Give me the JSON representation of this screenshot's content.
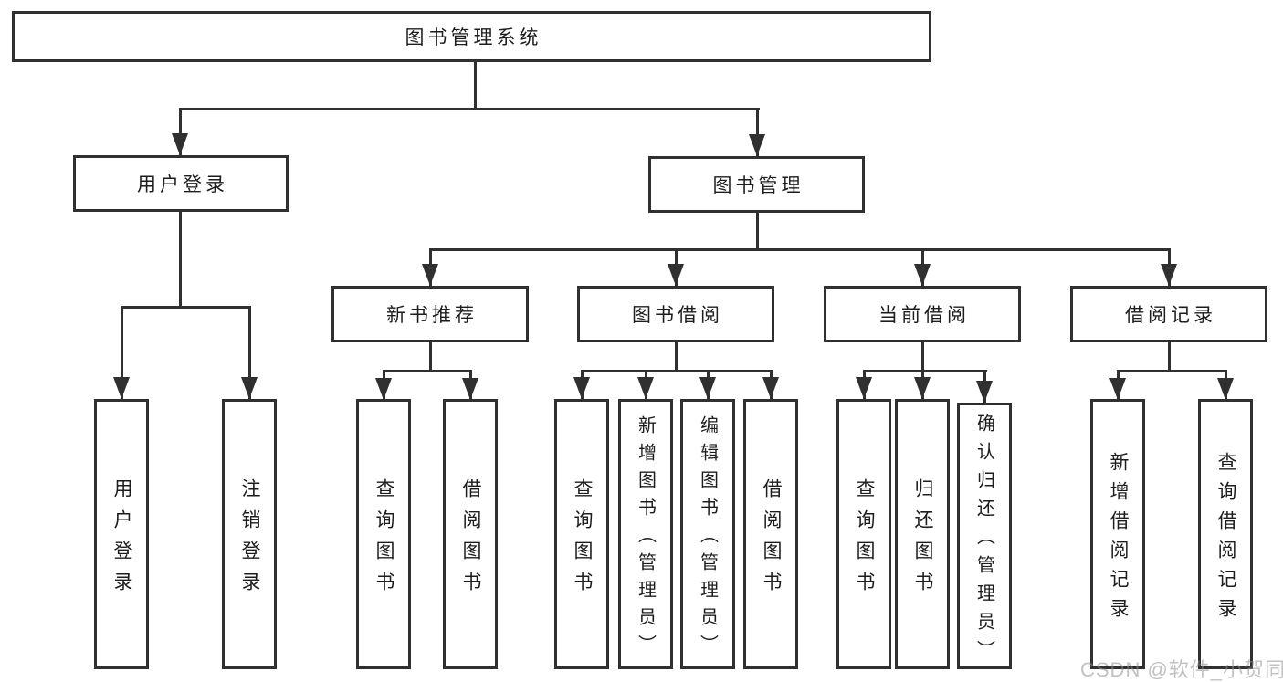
{
  "colors": {
    "line": "#303030",
    "text": "#1d1d1d",
    "watermark": "#8f8f8f"
  },
  "watermark": {
    "text": "CSDN @软件_小贺同学"
  },
  "tree": {
    "root": "图书管理系统",
    "user_branch": {
      "label": "用户登录",
      "children": [
        "用户登录",
        "注销登录"
      ]
    },
    "book_branch": {
      "label": "图书管理",
      "sections": [
        {
          "label": "新书推荐",
          "children": [
            "查询图书",
            "借阅图书"
          ]
        },
        {
          "label": "图书借阅",
          "children": [
            "查询图书",
            "新增图书（管理员）",
            "编辑图书（管理员）",
            "借阅图书"
          ]
        },
        {
          "label": "当前借阅",
          "children": [
            "查询图书",
            "归还图书",
            "确认归还（管理员）"
          ]
        },
        {
          "label": "借阅记录",
          "children": [
            "新增借阅记录",
            "查询借阅记录"
          ]
        }
      ]
    }
  }
}
